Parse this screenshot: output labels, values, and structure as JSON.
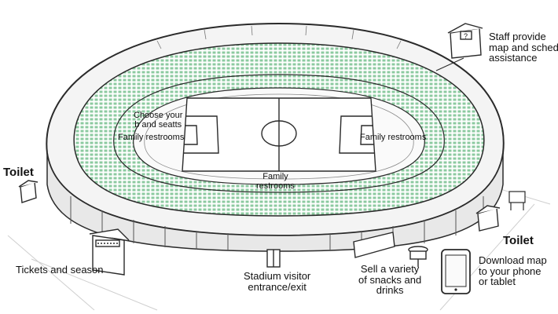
{
  "labels": {
    "staff": "Staff provide\nmap and schedule\nassistance",
    "choose_seats": "Choose your\nb and seatts",
    "family_left": "Family restrooms",
    "family_right": "Family restrooms",
    "family_bottom": "Family\nrestrooms",
    "toilet_left": "Toilet",
    "toilet_right": "Toilet",
    "tickets": "Tickets and season",
    "entrance": "Stadium visitor\nentrance/exit",
    "snacks": "Sell a variety\nof snacks and\ndrinks",
    "download": "Download map\nto your phone\nor tablet"
  },
  "colors": {
    "seats": "#9fd4b0",
    "seats_dark": "#6fb68a",
    "line": "#2a2a2a",
    "field": "#ffffff"
  },
  "icons": {
    "info_booth": "info-booth-icon",
    "toilet_left": "toilet-kiosk-icon",
    "toilet_right": "toilet-kiosk-icon",
    "ticket_booth": "ticket-booth-icon",
    "entrance_gate": "gate-icon",
    "snack_stand": "snack-stand-icon",
    "tablet": "tablet-icon",
    "sign": "sign-icon"
  }
}
